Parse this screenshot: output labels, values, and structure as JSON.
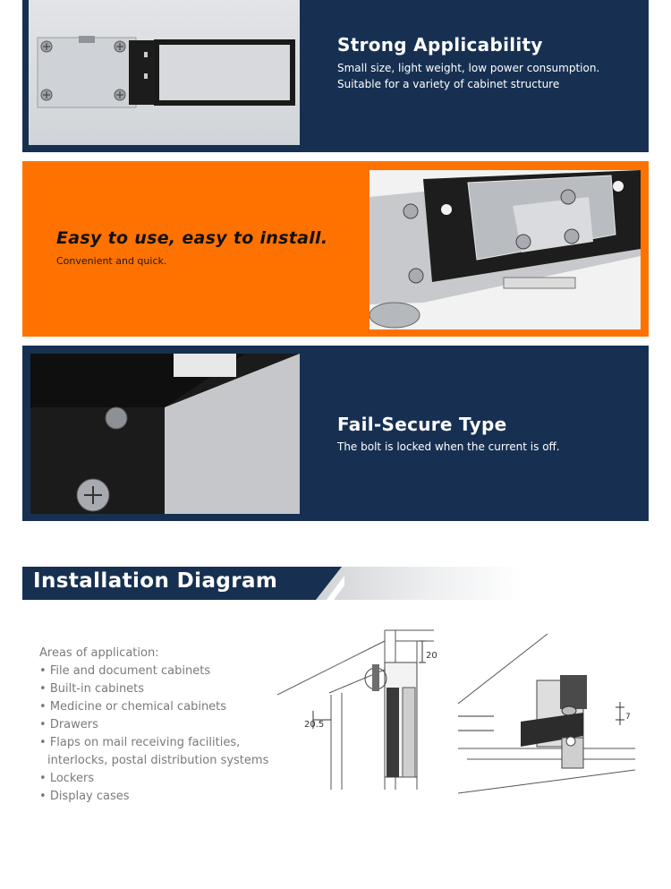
{
  "features": [
    {
      "title": "Strong Applicability",
      "lines": [
        "Small size, light weight, low power consumption.",
        "Suitable for a variety of cabinet structure"
      ]
    },
    {
      "title": "Easy to use, easy to install.",
      "lines": [
        "Convenient and quick."
      ]
    },
    {
      "title": "Fail-Secure Type",
      "lines": [
        "The bolt is locked when the current is off."
      ]
    }
  ],
  "colors": {
    "navy": "#173052",
    "orange": "#ff7200"
  },
  "installation": {
    "title": "Installation Diagram",
    "areas_label": "Areas of application:",
    "areas": [
      "File and document cabinets",
      "Built-in cabinets",
      "Medicine or chemical cabinets",
      "Drawers",
      "Flaps on mail receiving facilities, interlocks, postal distribution systems",
      "Lockers",
      "Display cases"
    ],
    "dims": {
      "d1": "20",
      "d2": "20.5",
      "d3": "7"
    }
  }
}
